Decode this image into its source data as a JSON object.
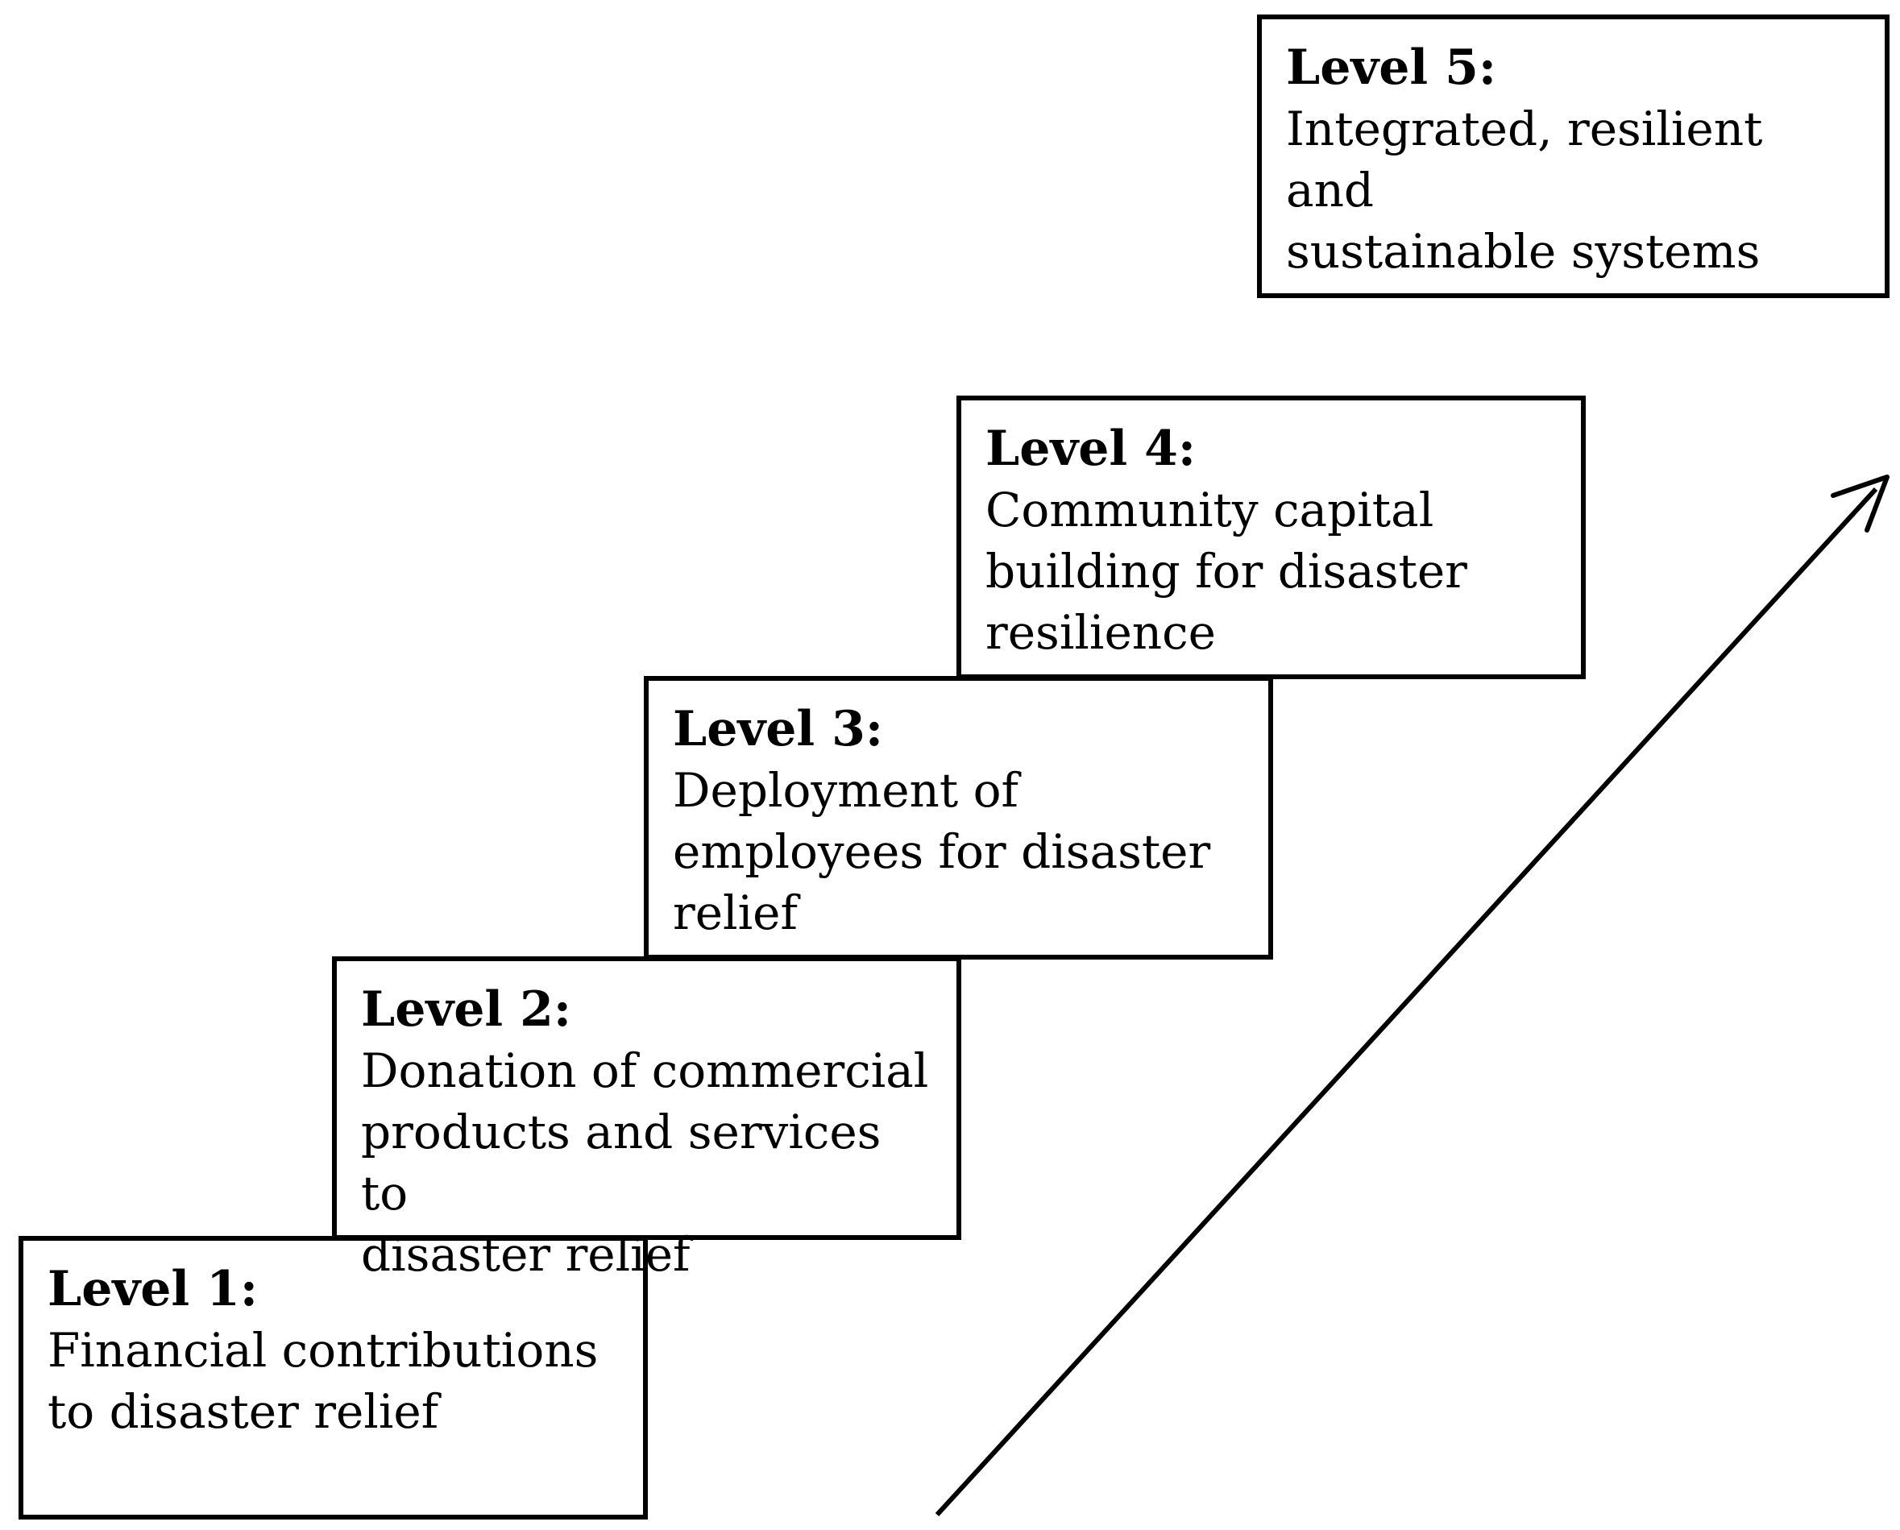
{
  "levels": [
    {
      "title": "Level 1:",
      "description": "Financial contributions\nto disaster relief"
    },
    {
      "title": "Level 2:",
      "description": "Donation of commercial\nproducts and services to\ndisaster relief"
    },
    {
      "title": "Level 3:",
      "description": "Deployment of\nemployees for disaster\nrelief"
    },
    {
      "title": "Level 4:",
      "description": "Community capital\nbuilding for disaster\nresilience"
    },
    {
      "title": "Level 5:",
      "description": "Integrated, resilient and\nsustainable systems"
    }
  ],
  "colors": {
    "stroke": "#000000",
    "background": "#ffffff"
  }
}
